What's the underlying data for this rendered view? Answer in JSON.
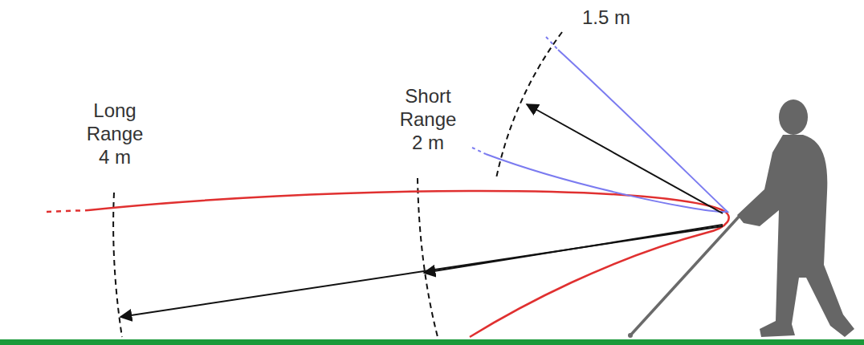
{
  "diagram": {
    "labels": [
      "1.5 m",
      "Short Range 2 m",
      "Long Range 4 m"
    ]
  }
}
